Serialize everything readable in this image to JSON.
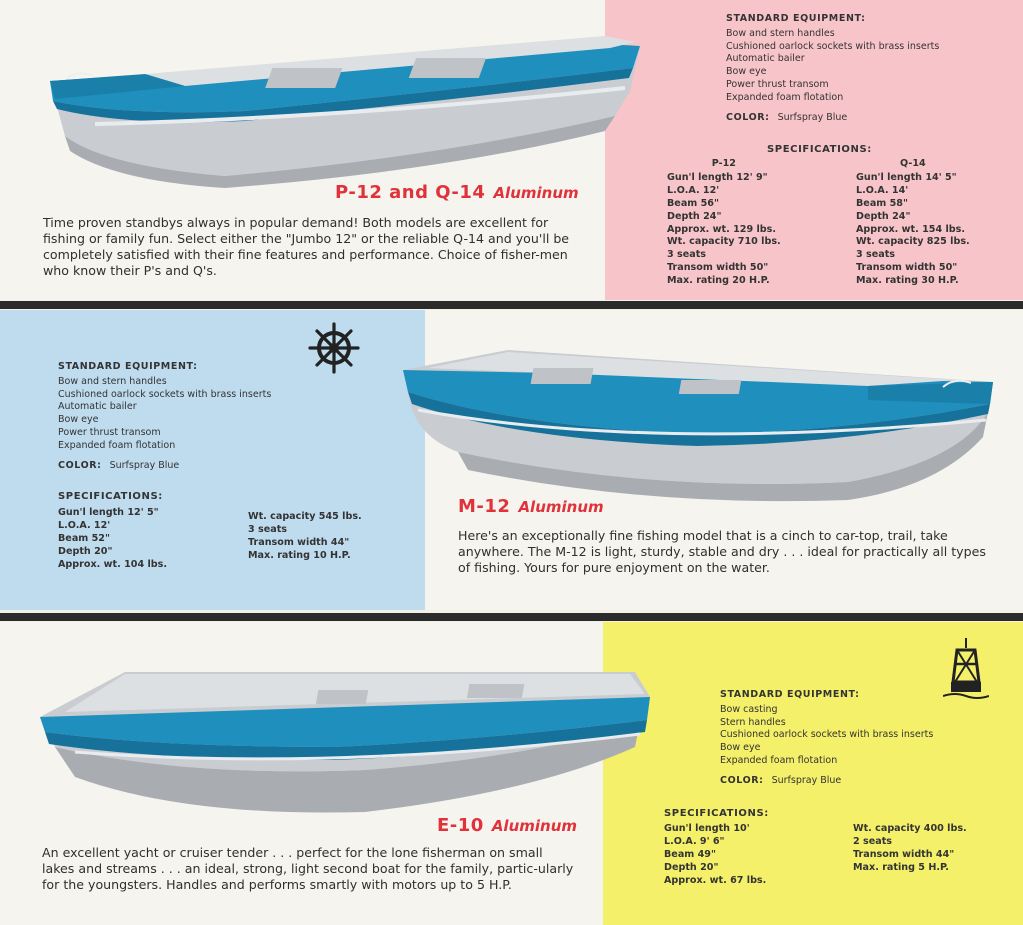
{
  "sections": [
    {
      "id": "p12",
      "title": "P-12 and Q-14",
      "material": "Aluminum",
      "description": "Time proven standbys always in popular demand! Both models are excellent for fishing or family fun. Select either the \"Jumbo 12\" or the reliable Q-14 and you'll be completely satisfied with their fine features and performance. Choice of fisher-men who know their P's and Q's.",
      "equipment_header": "STANDARD EQUIPMENT:",
      "equipment": [
        "Bow and stern handles",
        "Cushioned oarlock sockets with brass inserts",
        "Automatic bailer",
        "Bow eye",
        "Power thrust transom",
        "Expanded foam flotation"
      ],
      "color_label": "COLOR:",
      "color_value": "Surfspray Blue",
      "specs_header": "SPECIFICATIONS:",
      "spec_columns": [
        {
          "header": "P-12",
          "items": [
            "Gun'l length 12' 9\"",
            "L.O.A. 12'",
            "Beam 56\"",
            "Depth 24\"",
            "Approx. wt. 129 lbs.",
            "Wt. capacity 710 lbs.",
            "3 seats",
            "Transom width 50\"",
            "Max. rating 20 H.P."
          ]
        },
        {
          "header": "Q-14",
          "items": [
            "Gun'l length 14' 5\"",
            "L.O.A. 14'",
            "Beam 58\"",
            "Depth 24\"",
            "Approx. wt. 154 lbs.",
            "Wt. capacity 825 lbs.",
            "3 seats",
            "Transom width 50\"",
            "Max. rating 30 H.P."
          ]
        }
      ]
    },
    {
      "id": "m12",
      "title": "M-12",
      "material": "Aluminum",
      "description": "Here's an exceptionally fine fishing model that is a cinch to car-top, trail, take anywhere. The M-12 is light, sturdy, stable and dry . . . ideal for practically all types of fishing. Yours for pure enjoyment on the water.",
      "equipment_header": "STANDARD EQUIPMENT:",
      "equipment": [
        "Bow and stern handles",
        "Cushioned oarlock sockets with brass inserts",
        "Automatic bailer",
        "Bow eye",
        "Power thrust transom",
        "Expanded foam flotation"
      ],
      "color_label": "COLOR:",
      "color_value": "Surfspray Blue",
      "specs_header": "SPECIFICATIONS:",
      "spec_columns": [
        {
          "header": "",
          "items": [
            "Gun'l length 12' 5\"",
            "L.O.A. 12'",
            "Beam 52\"",
            "Depth 20\"",
            "Approx. wt. 104 lbs."
          ]
        },
        {
          "header": "",
          "items": [
            "Wt. capacity 545 lbs.",
            "3 seats",
            "Transom width 44\"",
            "Max. rating 10 H.P."
          ]
        }
      ]
    },
    {
      "id": "e10",
      "title": "E-10",
      "material": "Aluminum",
      "description": "An excellent yacht or cruiser tender . . . perfect for the lone fisherman on small lakes and streams . . . an ideal, strong, light second boat for the family, partic-ularly for the youngsters. Handles and performs smartly with motors up to 5 H.P.",
      "equipment_header": "STANDARD EQUIPMENT:",
      "equipment": [
        "Bow casting",
        "Stern handles",
        "Cushioned oarlock sockets with brass inserts",
        "Bow eye",
        "Expanded foam flotation"
      ],
      "color_label": "COLOR:",
      "color_value": "Surfspray Blue",
      "specs_header": "SPECIFICATIONS:",
      "spec_columns": [
        {
          "header": "",
          "items": [
            "Gun'l length 10'",
            "L.O.A. 9' 6\"",
            "Beam 49\"",
            "Depth 20\"",
            "Approx. wt. 67 lbs."
          ]
        },
        {
          "header": "",
          "items": [
            "Wt. capacity 400 lbs.",
            "2 seats",
            "Transom width 44\"",
            "Max. rating 5 H.P."
          ]
        }
      ]
    }
  ],
  "colors": {
    "title_red": "#e0323b",
    "hull_blue": "#1f8fbd",
    "pink_panel": "#f7c5c9",
    "blue_panel": "#bfdcef",
    "yellow_panel": "#f4f06a"
  },
  "icons": [
    "ships-wheel-icon",
    "buoy-icon"
  ]
}
